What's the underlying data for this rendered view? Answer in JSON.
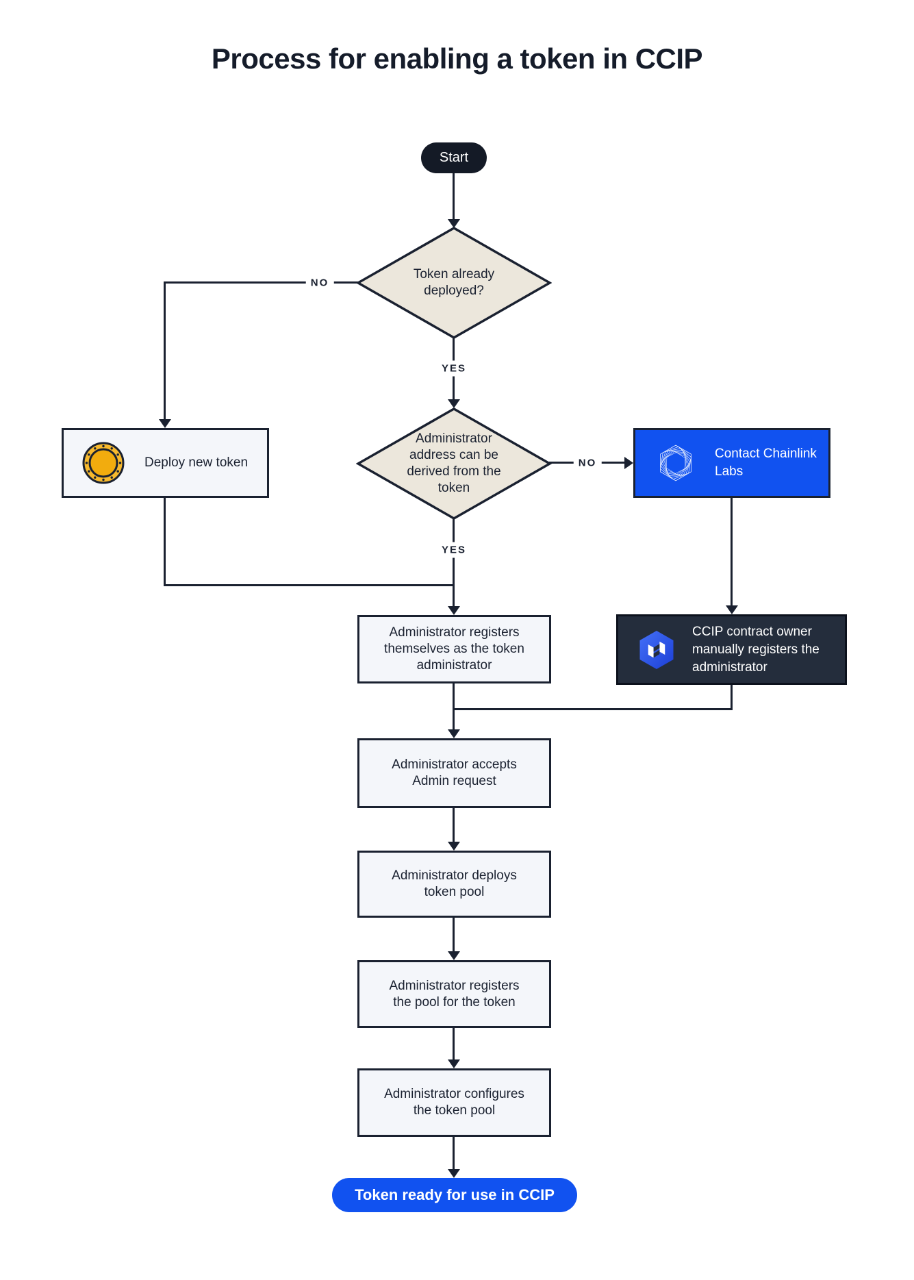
{
  "title": "Process for enabling a token in CCIP",
  "colors": {
    "accent_blue": "#1152F0",
    "navy": "#1A2130",
    "diamond_beige": "#ECE7DC",
    "box_light": "#F4F6FA",
    "panel_dark": "#242D3C",
    "coin_gold": "#F2B01E"
  },
  "nodes": {
    "start": {
      "label": "Start",
      "type": "terminal"
    },
    "decision_token_deployed": {
      "label": "Token already deployed?",
      "type": "decision"
    },
    "deploy_new_token": {
      "label": "Deploy new token",
      "type": "process",
      "icon": "coin-icon"
    },
    "decision_admin_derived": {
      "label": "Administrator address can be derived from the token",
      "type": "decision"
    },
    "contact_chainlink": {
      "label": "Contact Chainlink Labs",
      "type": "process",
      "icon": "chainlink-labs-icon"
    },
    "ccip_owner_registers": {
      "label": "CCIP contract owner manually registers the administrator",
      "type": "process",
      "icon": "ccip-icon"
    },
    "admin_registers_self": {
      "label": "Administrator registers themselves as the token administrator",
      "type": "process"
    },
    "admin_accepts": {
      "label": "Administrator accepts Admin request",
      "type": "process"
    },
    "admin_deploys_pool": {
      "label": "Administrator deploys token pool",
      "type": "process"
    },
    "admin_registers_pool": {
      "label": "Administrator registers the pool for the token",
      "type": "process"
    },
    "admin_configures_pool": {
      "label": "Administrator configures the token pool",
      "type": "process"
    },
    "token_ready": {
      "label": "Token ready for use in CCIP",
      "type": "terminal"
    }
  },
  "branches": {
    "token_deployed_no": "NO",
    "token_deployed_yes": "YES",
    "admin_derived_no": "NO",
    "admin_derived_yes": "YES"
  }
}
